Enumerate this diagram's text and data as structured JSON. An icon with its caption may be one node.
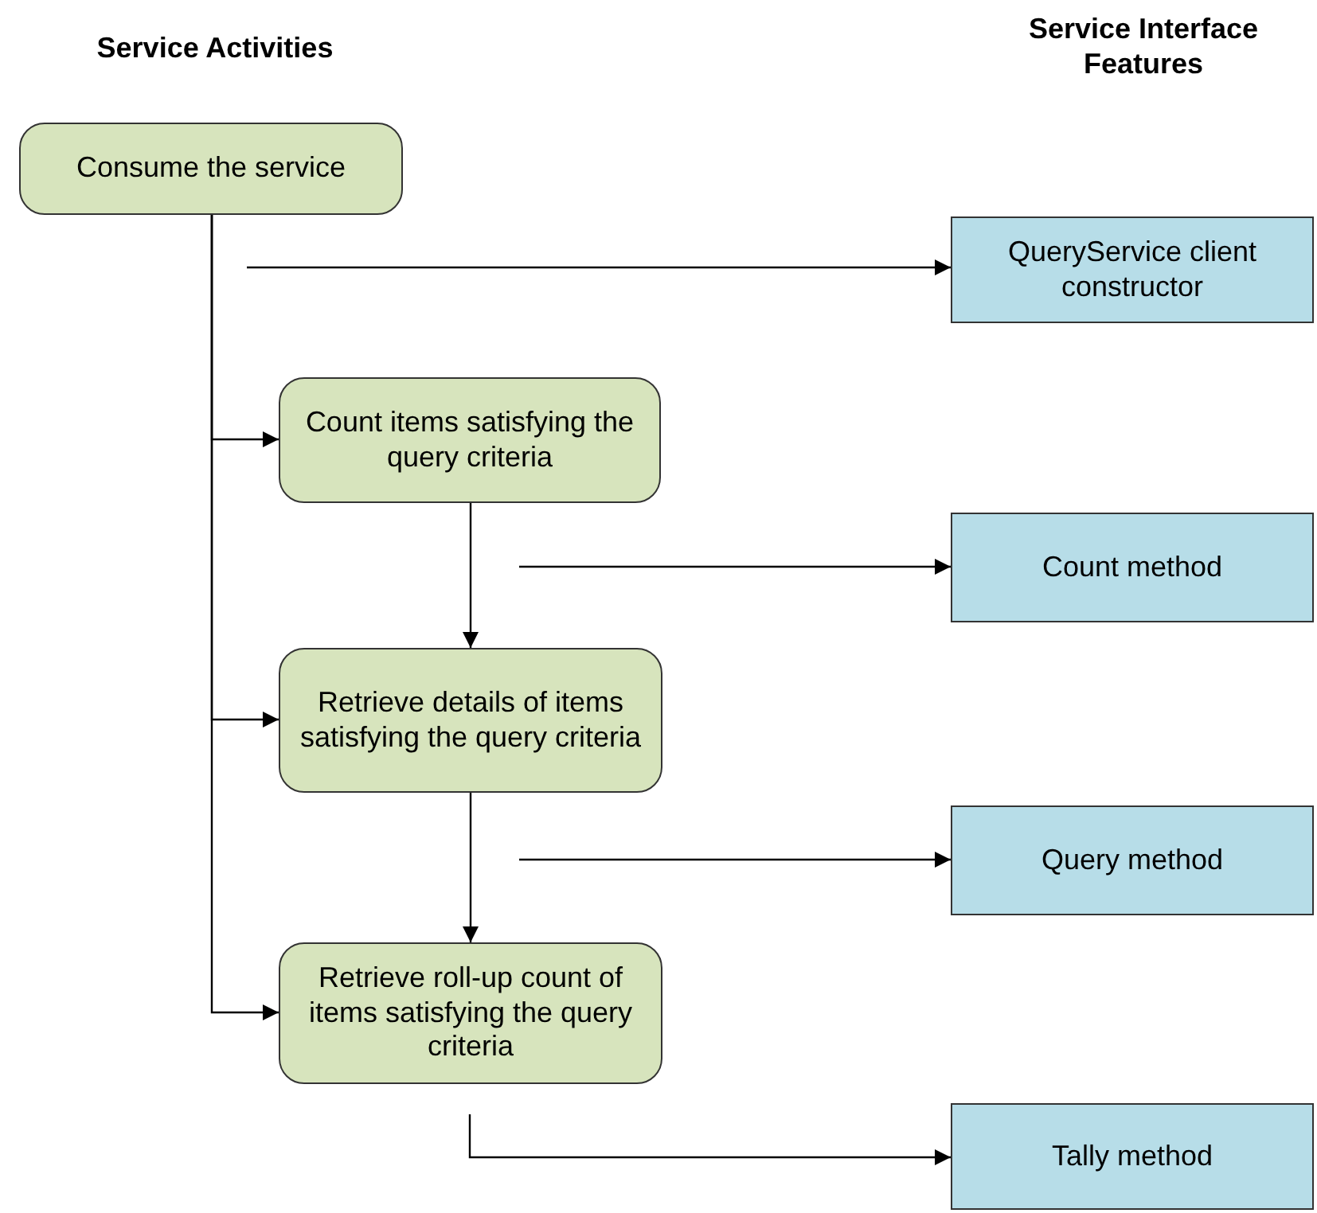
{
  "diagram": {
    "nodes": [
      {
        "text": [
          "Consume the service"
        ]
      },
      {
        "text": [
          "QueryService client constructor"
        ]
      },
      {
        "text": [
          "Count items satisfying the query criteria"
        ]
      },
      {
        "text": [
          "Count method"
        ]
      },
      {
        "text": [
          "Retrieve details of items satisfying the query criteria"
        ]
      },
      {
        "text": [
          "Query method"
        ]
      },
      {
        "text": [
          "Retrieve roll-up count of items satisfying the query criteria"
        ]
      },
      {
        "text": [
          "Tally method"
        ]
      }
    ],
    "edges": [
      {
        "from": null,
        "to": 1,
        "arrow": "to"
      },
      {
        "from": 0,
        "to": 2,
        "arrow": "to"
      },
      {
        "from": null,
        "to": 3,
        "arrow": "to"
      },
      {
        "from": 2,
        "to": 4,
        "arrow": "to"
      },
      {
        "from": 0,
        "to": 4,
        "arrow": "to"
      },
      {
        "from": null,
        "to": 5,
        "arrow": "to"
      },
      {
        "from": 4,
        "to": 6,
        "arrow": "to"
      },
      {
        "from": 0,
        "to": 6,
        "arrow": "to"
      },
      {
        "from": null,
        "to": 7,
        "arrow": "to"
      }
    ],
    "labels": [
      "Service Activities",
      "Service Interface Features"
    ]
  }
}
